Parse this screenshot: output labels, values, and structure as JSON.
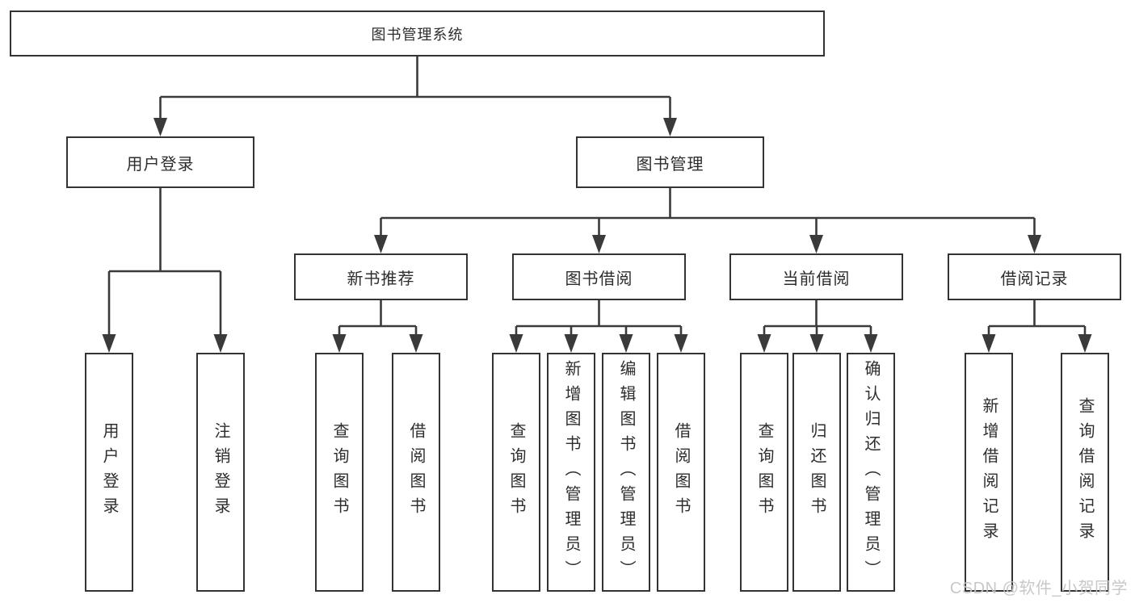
{
  "tree": {
    "root": "图书管理系统",
    "branches": [
      {
        "label": "用户登录",
        "children": [
          "用户登录",
          "注销登录"
        ]
      },
      {
        "label": "图书管理",
        "sections": [
          {
            "label": "新书推荐",
            "children": [
              "查询图书",
              "借阅图书"
            ]
          },
          {
            "label": "图书借阅",
            "children": [
              "查询图书",
              "新增图书（管理员）",
              "编辑图书（管理员）",
              "借阅图书"
            ]
          },
          {
            "label": "当前借阅",
            "children": [
              "查询图书",
              "归还图书",
              "确认归还（管理员）"
            ]
          },
          {
            "label": "借阅记录",
            "children": [
              "新增借阅记录",
              "查询借阅记录"
            ]
          }
        ]
      }
    ]
  },
  "watermark": "CSDN @软件_小贺同学",
  "colors": {
    "line": "#3a3a3a",
    "box_border": "#333333",
    "text": "#2d2d2d",
    "background": "#ffffff",
    "watermark": "#c5c5c5"
  }
}
